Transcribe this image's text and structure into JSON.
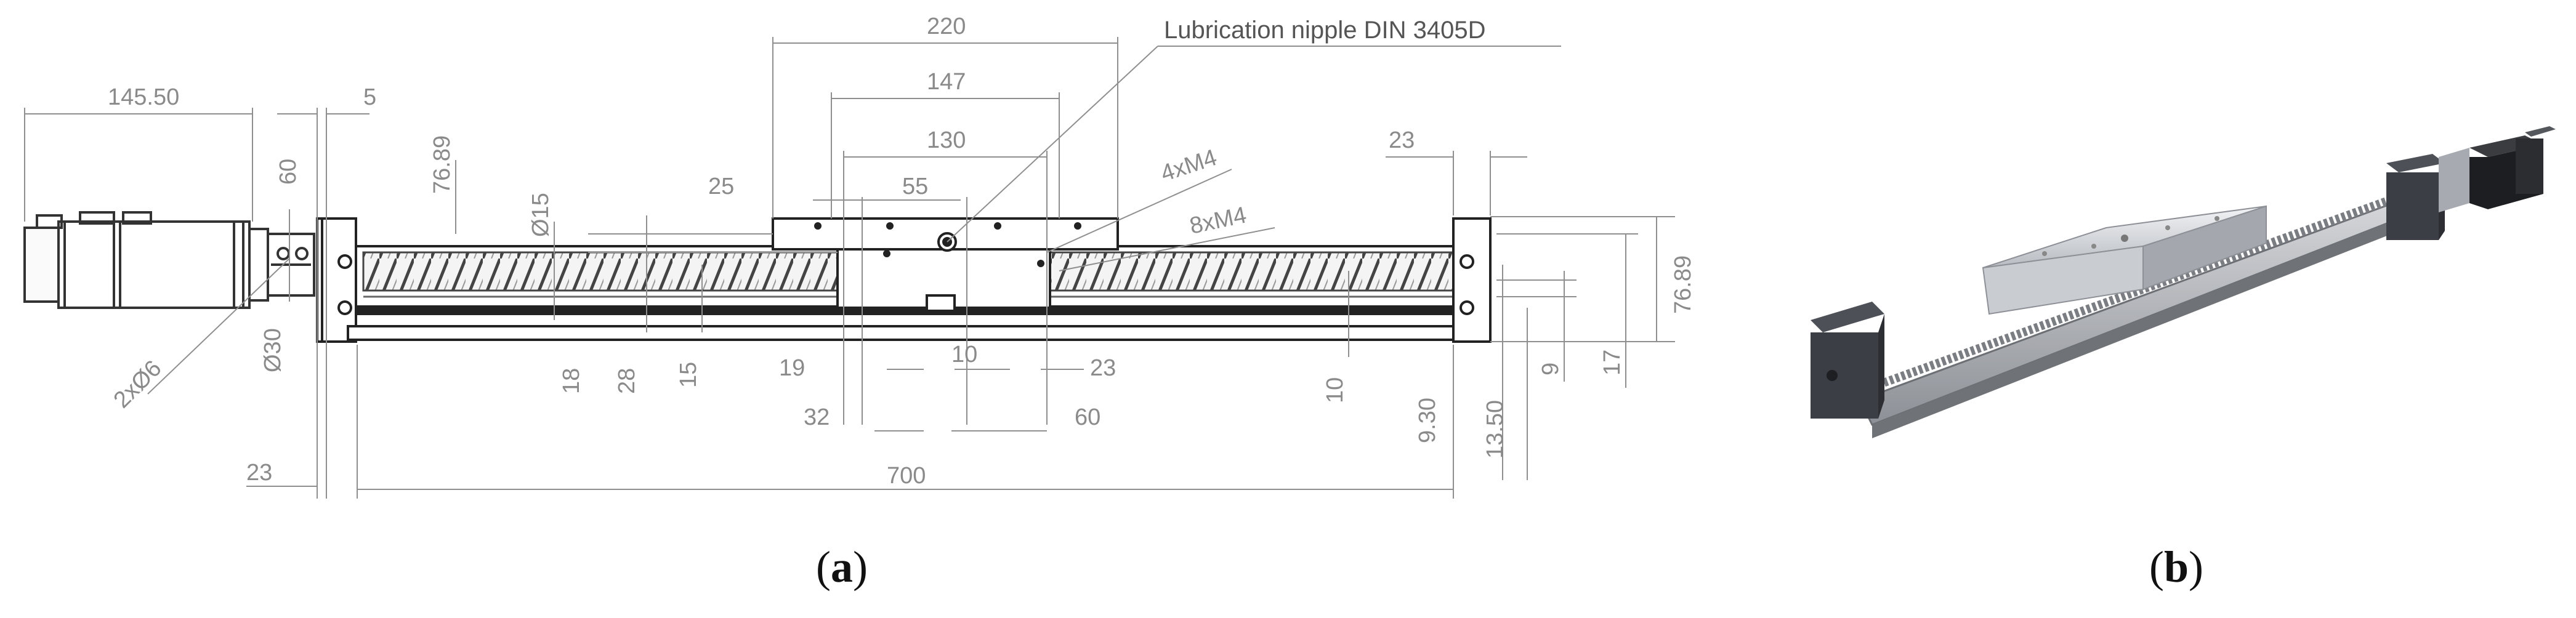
{
  "panel_a": {
    "caption_open": "(",
    "caption_letter": "a",
    "caption_close": ")",
    "annotation_nipple": "Lubrication nipple DIN 3405D",
    "annotation_4xm4": "4xM4",
    "annotation_8xm4": "8xM4",
    "annotation_2xd6": "2xØ6",
    "dims": {
      "d220": "220",
      "d147": "147",
      "d130": "130",
      "d55": "55",
      "d25": "25",
      "d145": "145.50",
      "d5": "5",
      "d60v": "60",
      "d7689a": "76.89",
      "d15dia": "Ø15",
      "d23top": "23",
      "d7689b": "76.89",
      "d30dia": "Ø30",
      "d23bot": "23",
      "d700": "700",
      "d18": "18",
      "d28": "28",
      "d15": "15",
      "d19": "19",
      "d10a": "10",
      "d23mid": "23",
      "d32": "32",
      "d60h": "60",
      "d10b": "10",
      "d930": "9.30",
      "d1350": "13.50",
      "d9": "9",
      "d17": "17"
    }
  },
  "panel_b": {
    "caption_open": "(",
    "caption_letter": "b",
    "caption_close": ")"
  }
}
